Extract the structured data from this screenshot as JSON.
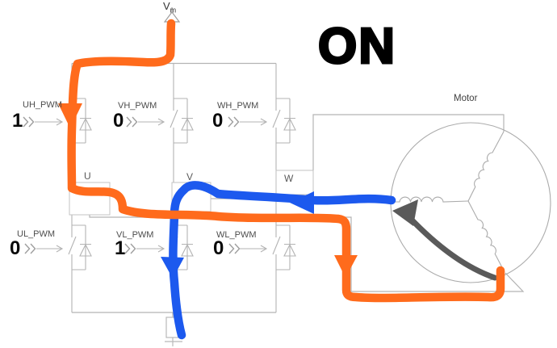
{
  "title": "ON",
  "supply": {
    "base": "V",
    "sub": "m"
  },
  "motor_label": "Motor",
  "nodes": {
    "u": "U",
    "v": "V",
    "w": "W"
  },
  "switches": [
    {
      "id": "UH",
      "label": "UH_PWM",
      "value": "1"
    },
    {
      "id": "VH",
      "label": "VH_PWM",
      "value": "0"
    },
    {
      "id": "WH",
      "label": "WH_PWM",
      "value": "0"
    },
    {
      "id": "UL",
      "label": "UL_PWM",
      "value": "0"
    },
    {
      "id": "VL",
      "label": "VL_PWM",
      "value": "1"
    },
    {
      "id": "WL",
      "label": "WL_PWM",
      "value": "0"
    }
  ],
  "colors": {
    "u_phase_current": "#FF6B1C",
    "v_phase_current": "#1C59EE",
    "wire": "#B3B3B3",
    "rotation_arrow": "#5A5A5A"
  }
}
